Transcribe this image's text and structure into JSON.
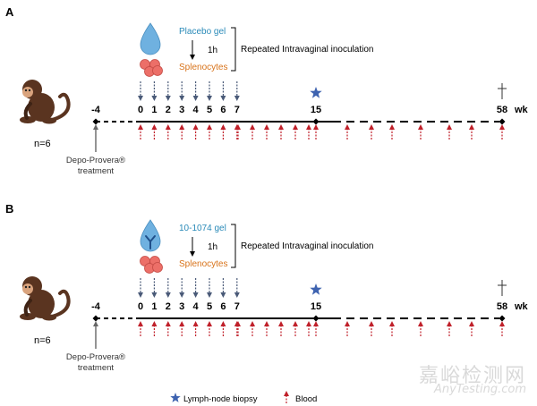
{
  "panels": [
    {
      "letter": "A",
      "gel_label": "Placebo gel",
      "gel_color": "#2a8ab8",
      "antibody_icon": false,
      "interval": "1h",
      "cells_label": "Splenocytes",
      "cells_color": "#d8731a",
      "regimen": "Repeated Intravaginal inoculation",
      "start_day": "-4",
      "day_labels": [
        "0",
        "1",
        "2",
        "3",
        "4",
        "5",
        "6",
        "7"
      ],
      "biopsy_day": "15",
      "end_day": "58",
      "unit": "wk",
      "group_size": "n=6",
      "pretreatment": [
        "Depo-Provera®",
        "treatment"
      ]
    },
    {
      "letter": "B",
      "gel_label": "10-1074 gel",
      "gel_color": "#2a8ab8",
      "antibody_icon": true,
      "interval": "1h",
      "cells_label": "Splenocytes",
      "cells_color": "#d8731a",
      "regimen": "Repeated Intravaginal inoculation",
      "start_day": "-4",
      "day_labels": [
        "0",
        "1",
        "2",
        "3",
        "4",
        "5",
        "6",
        "7"
      ],
      "biopsy_day": "15",
      "end_day": "58",
      "unit": "wk",
      "group_size": "n=6",
      "pretreatment": [
        "Depo-Provera®",
        "treatment"
      ]
    }
  ],
  "legend": {
    "biopsy": "Lymph-node biopsy",
    "blood": "Blood"
  },
  "colors": {
    "timeline": "#000000",
    "inoculation_arrow": "#4a5a78",
    "blood_arrow": "#c0202a",
    "star": "#3e63b0",
    "monkey": "#5a3420",
    "drop": "#6fb1e0"
  },
  "watermark": {
    "brand": "嘉峪检测网",
    "url": "AnyTesting.com"
  }
}
